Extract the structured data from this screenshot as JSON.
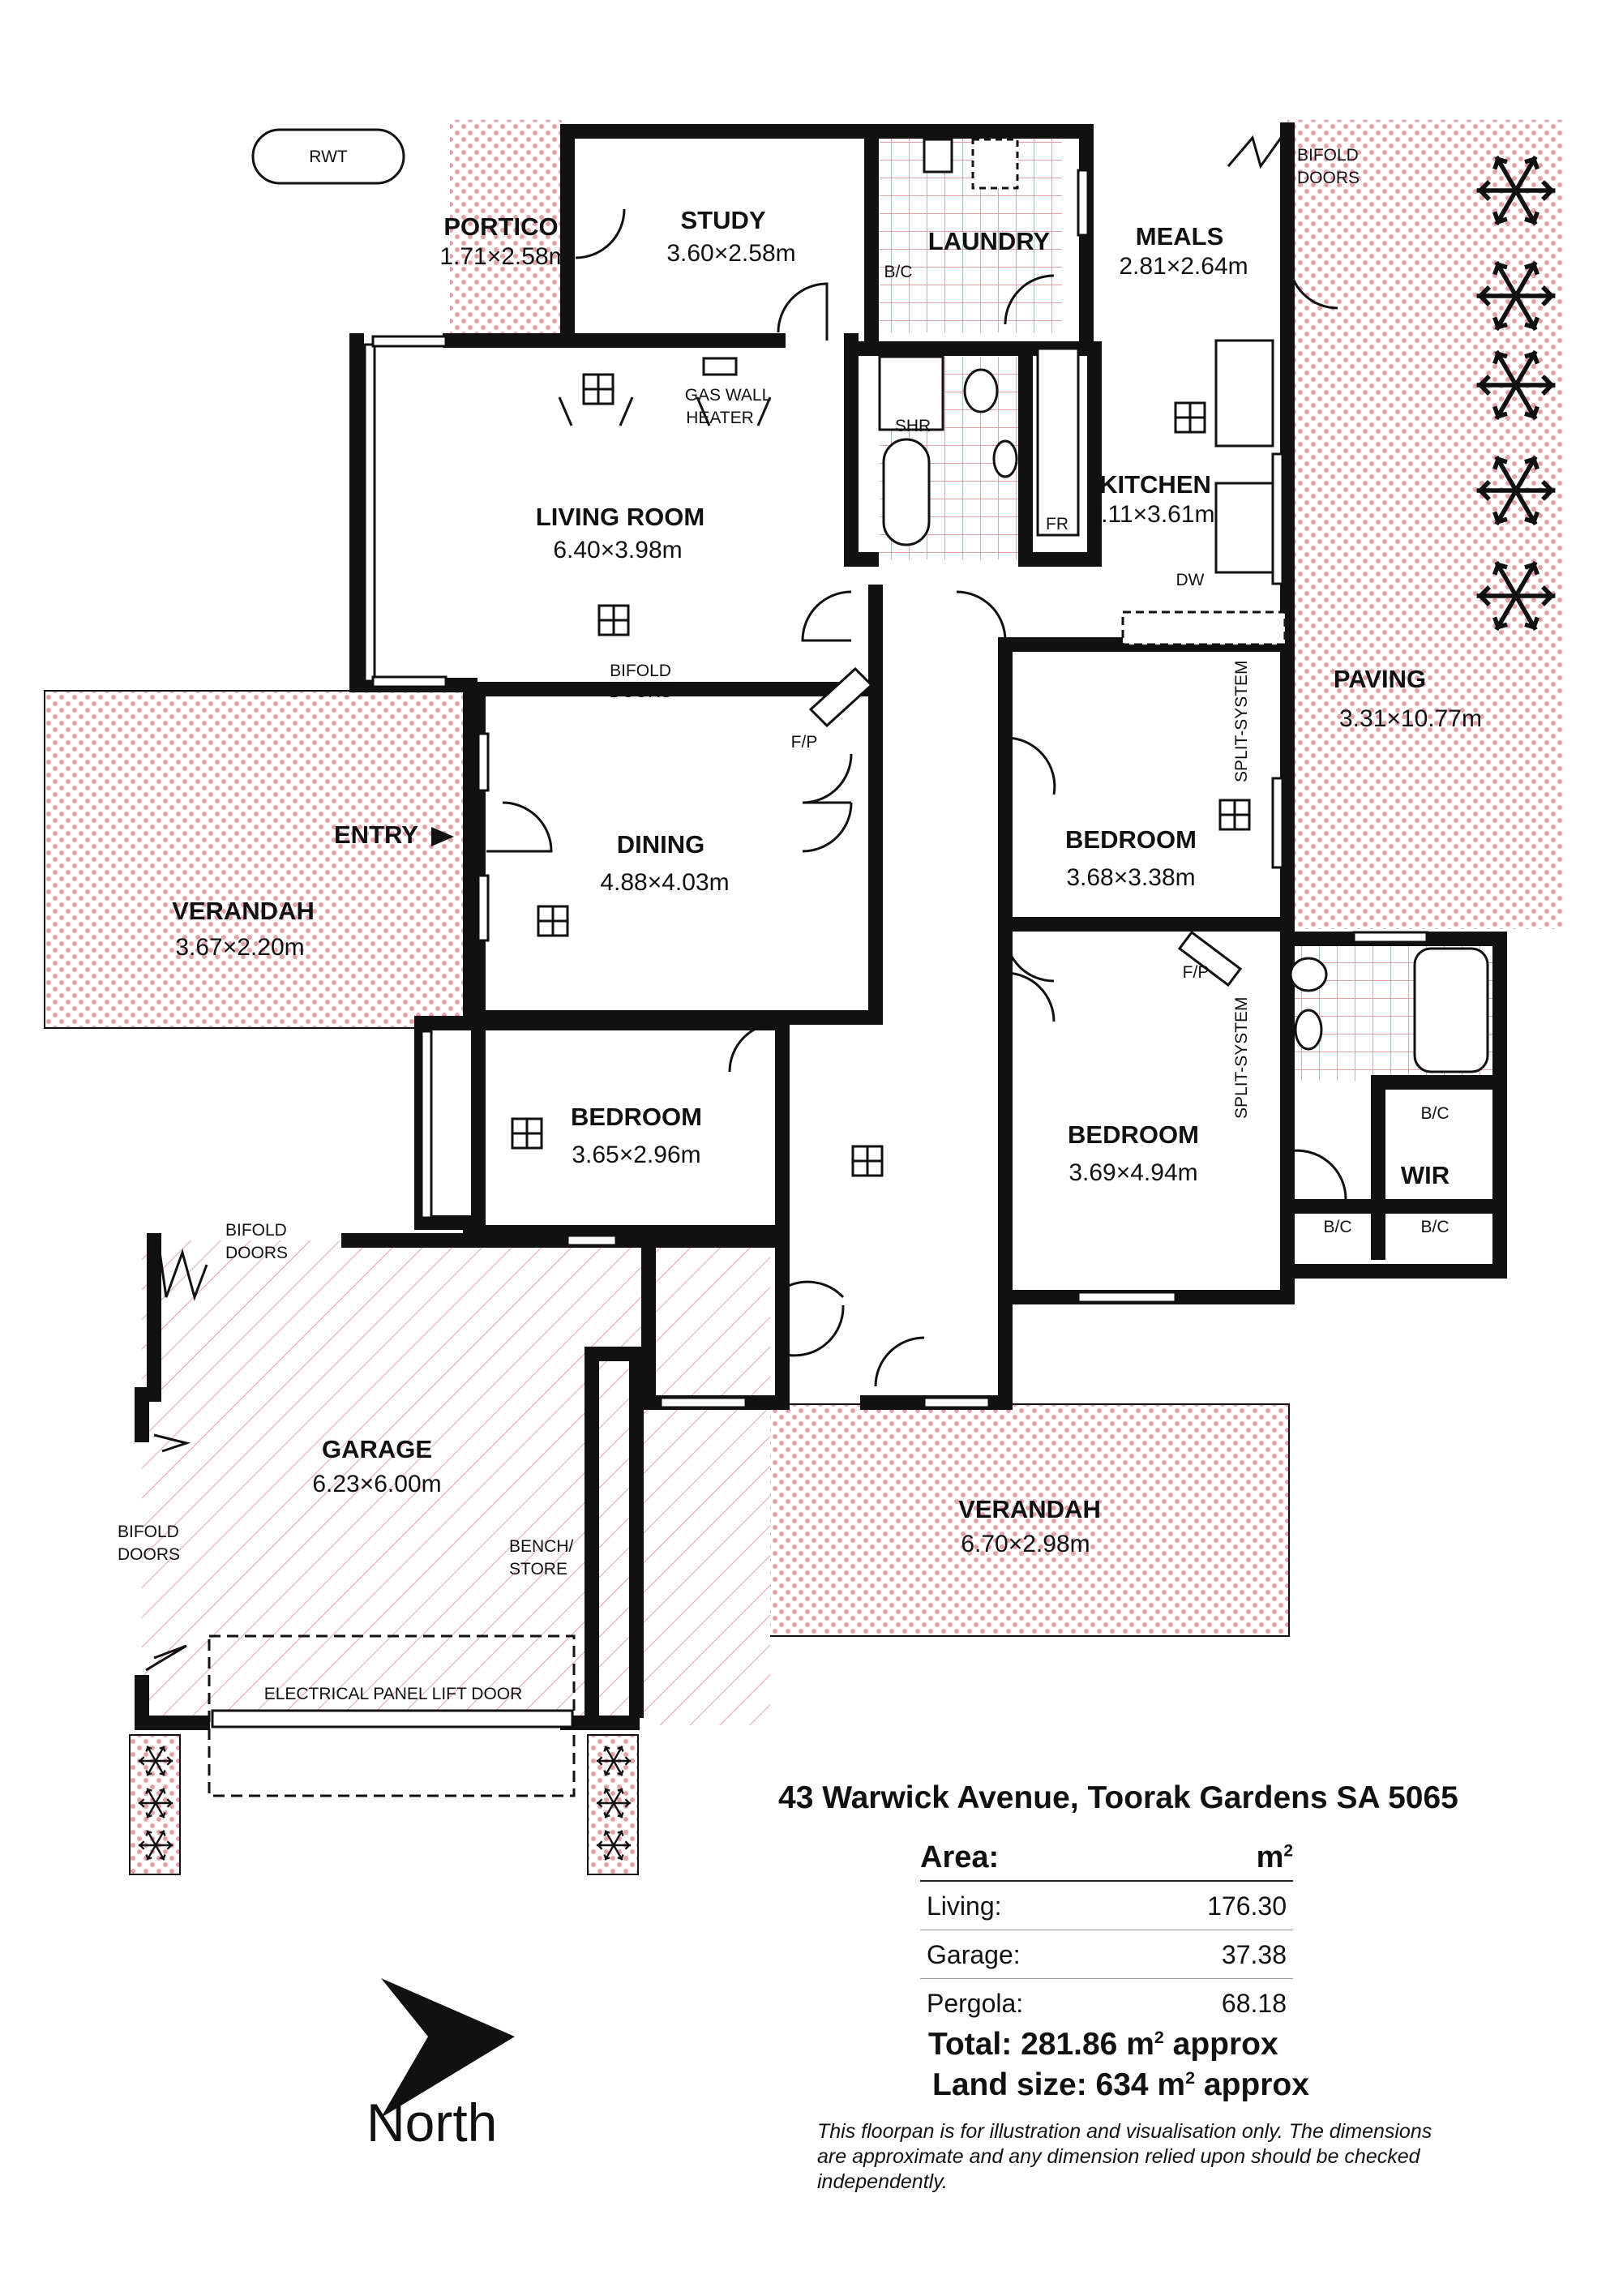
{
  "rooms": {
    "rwt": "RWT",
    "portico": {
      "name": "PORTICO",
      "dim": "1.71×2.58m"
    },
    "study": {
      "name": "STUDY",
      "dim": "3.60×2.58m"
    },
    "laundry": {
      "name": "LAUNDRY",
      "bc": "B/C"
    },
    "meals": {
      "name": "MEALS",
      "dim": "2.81×2.64m"
    },
    "bifold_meals": [
      "BIFOLD",
      "DOORS"
    ],
    "gas_heater": [
      "GAS WALL",
      "HEATER"
    ],
    "shr": "SHR",
    "kitchen": {
      "name": "KITCHEN",
      "dim": "3.11×3.61m",
      "fr": "FR",
      "dw": "DW"
    },
    "living": {
      "name": "LIVING ROOM",
      "dim": "6.40×3.98m"
    },
    "bifold_living": [
      "BIFOLD",
      "DOORS"
    ],
    "fp1": "F/P",
    "paving": {
      "name": "PAVING",
      "dim": "3.31×10.77m"
    },
    "split1": "SPLIT-SYSTEM",
    "entry": "ENTRY",
    "verandah_west": {
      "name": "VERANDAH",
      "dim": "3.67×2.20m"
    },
    "dining": {
      "name": "DINING",
      "dim": "4.88×4.03m"
    },
    "bedroom_ne": {
      "name": "BEDROOM",
      "dim": "3.68×3.38m"
    },
    "fp2": "F/P",
    "split2": "SPLIT-SYSTEM",
    "bedroom_w": {
      "name": "BEDROOM",
      "dim": "3.65×2.96m"
    },
    "bedroom_e": {
      "name": "BEDROOM",
      "dim": "3.69×4.94m"
    },
    "wir": {
      "name": "WIR",
      "bc1": "B/C",
      "bc2": "B/C",
      "bc3": "B/C"
    },
    "bifold_garage_top": [
      "BIFOLD",
      "DOORS"
    ],
    "garage": {
      "name": "GARAGE",
      "dim": "6.23×6.00m"
    },
    "bifold_garage_left": [
      "BIFOLD",
      "DOORS"
    ],
    "bench": [
      "BENCH/",
      "STORE"
    ],
    "electrical": "ELECTRICAL PANEL LIFT DOOR",
    "verandah_south": {
      "name": "VERANDAH",
      "dim": "6.70×2.98m"
    }
  },
  "info": {
    "address": "43 Warwick Avenue, Toorak Gardens SA 5065",
    "area_label": "Area:",
    "unit": "m",
    "unit_sup": "2",
    "rows": [
      {
        "label": "Living:",
        "value": "176.30"
      },
      {
        "label": "Garage:",
        "value": "37.38"
      },
      {
        "label": "Pergola:",
        "value": "68.18"
      }
    ],
    "total_prefix": "Total: 281.86 m",
    "total_suffix": " approx",
    "land_prefix": "Land size: 634 m",
    "land_suffix": " approx",
    "disclaimer": "This floorpan is for illustration and visualisation only. The dimensions are approximate and any dimension relied upon should be checked independently.",
    "north": "North"
  },
  "colors": {
    "hatch": "#e8a0a8",
    "wall": "#111111"
  }
}
